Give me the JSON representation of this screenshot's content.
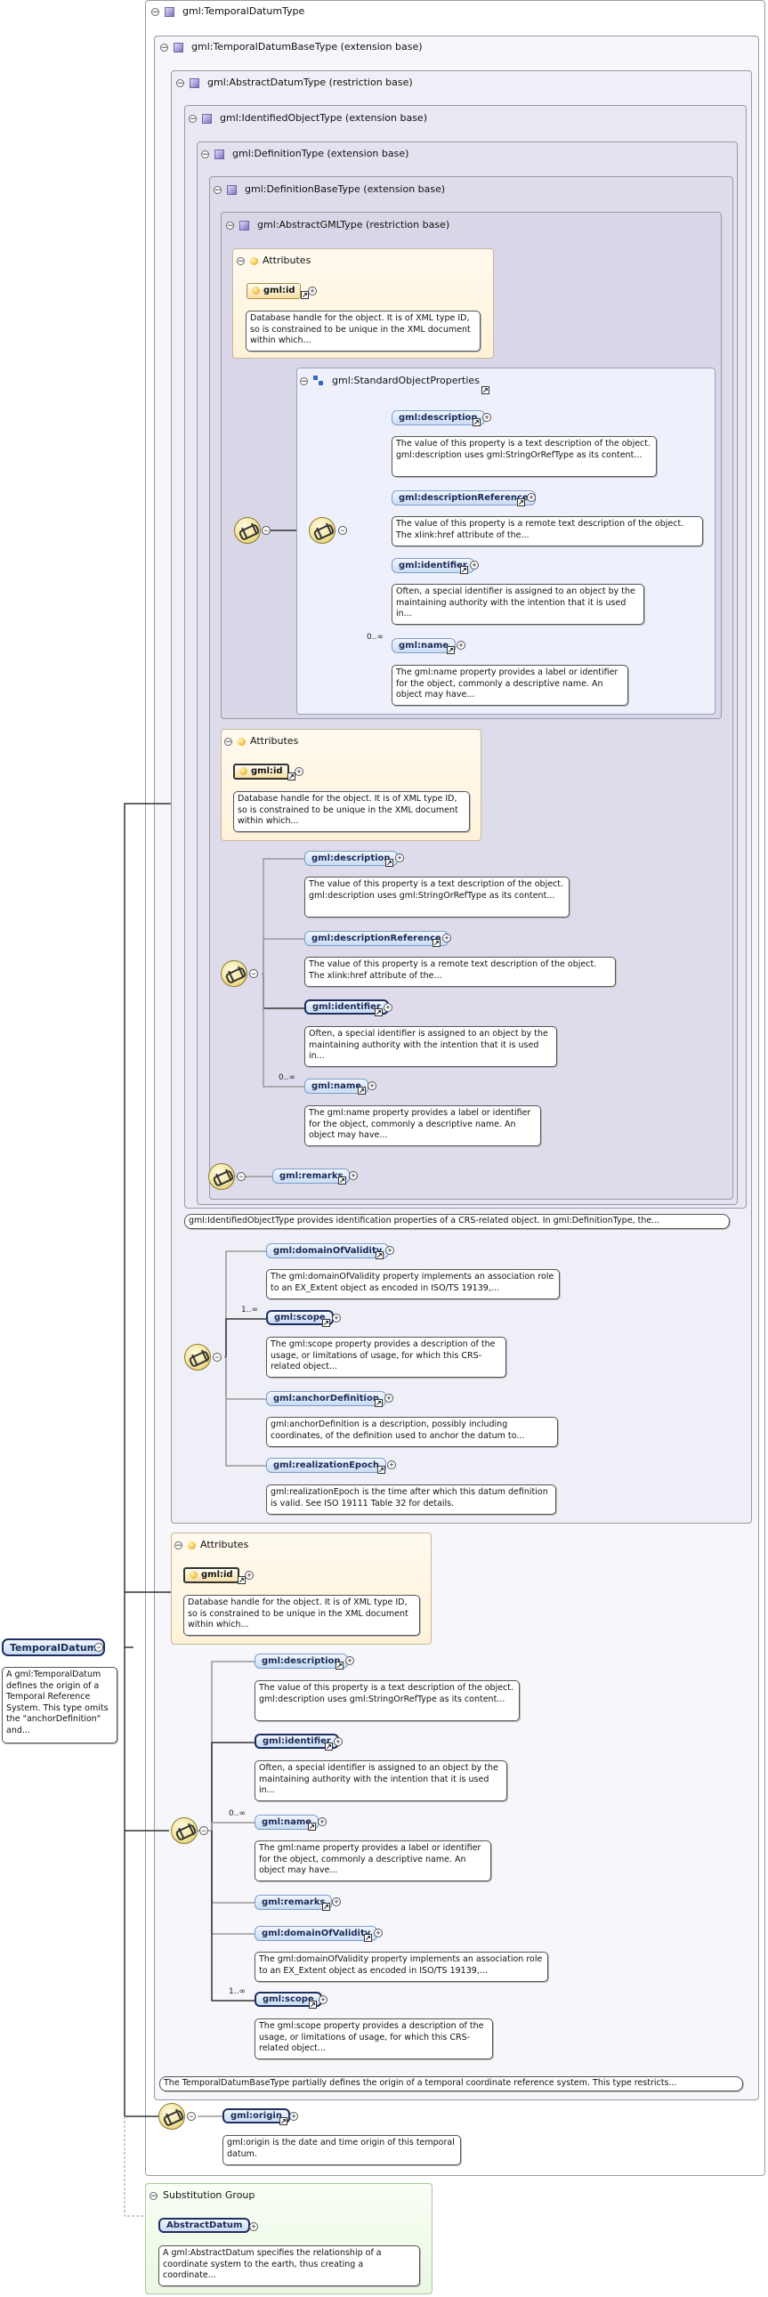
{
  "root": {
    "element": "TemporalDatum",
    "doc": "A gml:TemporalDatum defines the origin of a Temporal Reference System. This type omits the \"anchorDefinition\" and..."
  },
  "types": {
    "temporalDatumType": "gml:TemporalDatumType",
    "temporalDatumBaseType": "gml:TemporalDatumBaseType (extension base)",
    "abstractDatumType": "gml:AbstractDatumType (restriction base)",
    "identifiedObjectType": "gml:IdentifiedObjectType (extension base)",
    "definitionType": "gml:DefinitionType (extension base)",
    "definitionBaseType": "gml:DefinitionBaseType (extension base)",
    "abstractGMLType": "gml:AbstractGMLType (restriction base)"
  },
  "labels": {
    "attributes": "Attributes",
    "gml_id": "gml:id",
    "id_doc": "Database handle for the object. It is of XML type ID, so is constrained to be unique in the XML document within which...",
    "standardObjectProperties": "gml:StandardObjectProperties",
    "substitutionGroup": "Substitution Group",
    "mult_0_inf": "0..∞",
    "mult_1_inf": "1..∞"
  },
  "elements": {
    "description": "gml:description",
    "descriptionReference": "gml:descriptionReference",
    "identifier": "gml:identifier",
    "name": "gml:name",
    "remarks": "gml:remarks",
    "domainOfValidity": "gml:domainOfValidity",
    "scope": "gml:scope",
    "anchorDefinition": "gml:anchorDefinition",
    "realizationEpoch": "gml:realizationEpoch",
    "origin": "gml:origin",
    "abstractDatum": "AbstractDatum"
  },
  "docs": {
    "description": "The value of this property is a text description of the object. gml:description uses gml:StringOrRefType as its content...",
    "descriptionReference": "The value of this property is a remote text description of the object. The xlink:href attribute of the...",
    "identifier": "Often, a special identifier is assigned to an object by the maintaining authority with the intention that it is used in...",
    "name": "The gml:name property provides a label or identifier for the object, commonly a descriptive name. An object may have...",
    "identifiedObjectType": "gml:IdentifiedObjectType provides identification properties of a CRS-related object. In gml:DefinitionType, the...",
    "domainOfValidity": "The gml:domainOfValidity property implements an association role to an EX_Extent object as encoded in ISO/TS 19139,...",
    "scope": "The gml:scope property provides a description of the usage, or limitations of usage, for which this CRS-related object...",
    "anchorDefinition": "gml:anchorDefinition is a description, possibly including coordinates, of the definition used to anchor the datum to...",
    "realizationEpoch": "gml:realizationEpoch is the time after which this datum definition is valid. See ISO 19111 Table 32 for details.",
    "temporalDatumBaseType": "The TemporalDatumBaseType partially defines the origin of a temporal coordinate reference system. This type restricts...",
    "origin": "gml:origin is the date and time origin of this temporal datum.",
    "abstractDatum": "A gml:AbstractDatum specifies the relationship of a coordinate system to the earth, thus creating a coordinate..."
  },
  "colors": {
    "element_fill": "#c9dbf4",
    "element_border": "#7e9ec8",
    "attributes_fill": "#fff2d8",
    "substitution_fill": "#eaf7e2",
    "type_frame": "#9a9aa6"
  },
  "icons": {
    "type": "purple-cube-icon",
    "sequence": "sequence-compositor-icon",
    "attribute": "attribute-gold-dot-icon",
    "group": "group-blue-squares-icon",
    "link": "arrow-link-icon",
    "expand": "plus-circle-icon",
    "collapse": "minus-circle-icon"
  }
}
